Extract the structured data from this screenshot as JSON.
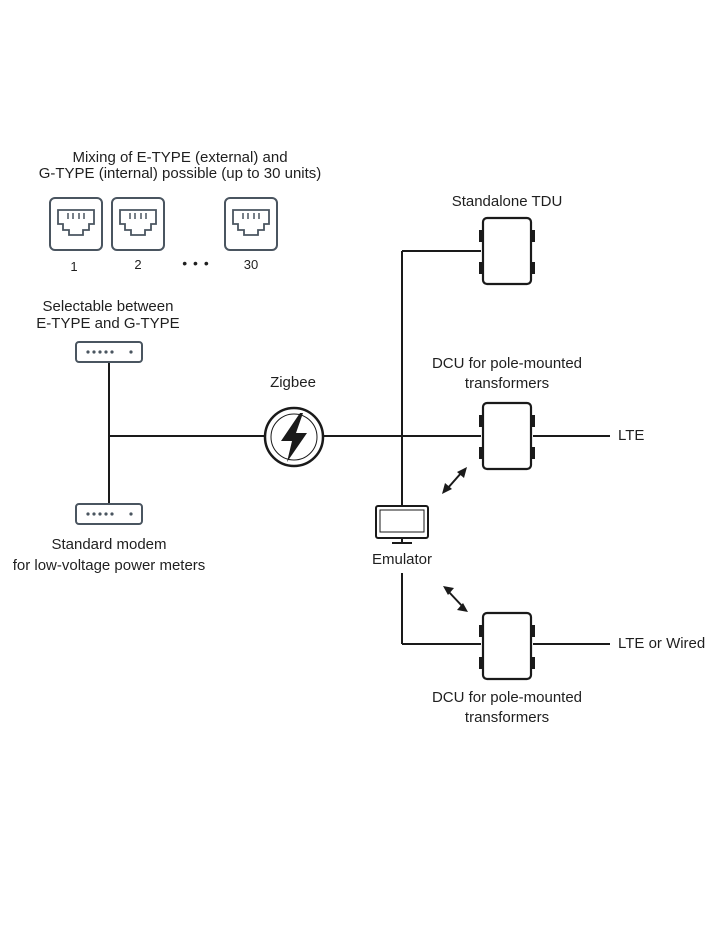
{
  "mixing_note": {
    "line1": "Mixing of E-TYPE (external) and",
    "line2": "G-TYPE (internal) possible (up to 30 units)"
  },
  "ports": {
    "labels": [
      "1",
      "2",
      "30"
    ],
    "ellipsis": "• • •"
  },
  "selectable_note": {
    "line1": "Selectable between",
    "line2": "E-TYPE and G-TYPE"
  },
  "standard_modem": {
    "line1": "Standard modem",
    "line2": "for low-voltage power meters"
  },
  "zigbee": {
    "label": "Zigbee"
  },
  "standalone_tdu": {
    "label": "Standalone TDU"
  },
  "dcu_top": {
    "line1": "DCU for pole-mounted",
    "line2": "transformers",
    "link": "LTE"
  },
  "emulator": {
    "label": "Emulator"
  },
  "dcu_bottom": {
    "line1": "DCU for pole-mounted",
    "line2": "transformers",
    "link": "LTE or Wired"
  },
  "colors": {
    "line": "#1a1a1a",
    "port_stroke": "#4a5560"
  }
}
